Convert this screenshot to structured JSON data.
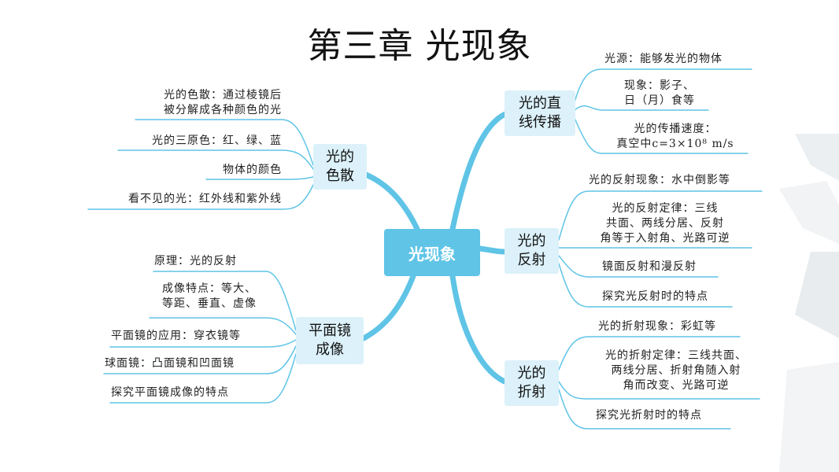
{
  "title": "第三章  光现象",
  "root": "光现象",
  "branches": {
    "straight": {
      "label": "光的直\n线传播",
      "items": [
        "光源：能够发光的物体",
        "现象：影子、\n日（月）食等",
        "光的传播速度：\n真空中c=3×10⁸ m/s"
      ]
    },
    "reflection": {
      "label": "光的\n反射",
      "items": [
        "光的反射现象：水中倒影等",
        "光的反射定律：三线\n共面、两线分居、反射\n角等于入射角、光路可逆",
        "镜面反射和漫反射",
        "探究光反射时的特点"
      ]
    },
    "refraction": {
      "label": "光的\n折射",
      "items": [
        "光的折射现象：彩虹等",
        "光的折射定律：三线共面、\n两线分居、折射角随入射\n角而改变、光路可逆",
        "探究光折射时的特点"
      ]
    },
    "dispersion": {
      "label": "光的\n色散",
      "items": [
        "光的色散：通过棱镜后\n被分解成各种颜色的光",
        "光的三原色：红、绿、蓝",
        "物体的颜色",
        "看不见的光：红外线和紫外线"
      ]
    },
    "mirror": {
      "label": "平面镜\n成像",
      "items": [
        "原理：光的反射",
        "成像特点：等大、\n等距、垂直、虚像",
        "平面镜的应用：穿衣镜等",
        "球面镜：凸面镜和凹面镜",
        "探究平面镜成像的特点"
      ]
    }
  },
  "colors": {
    "link": "#5fc4e6",
    "root_bg": "#5fc4e6",
    "branch_bg": "#dcf1fa"
  }
}
